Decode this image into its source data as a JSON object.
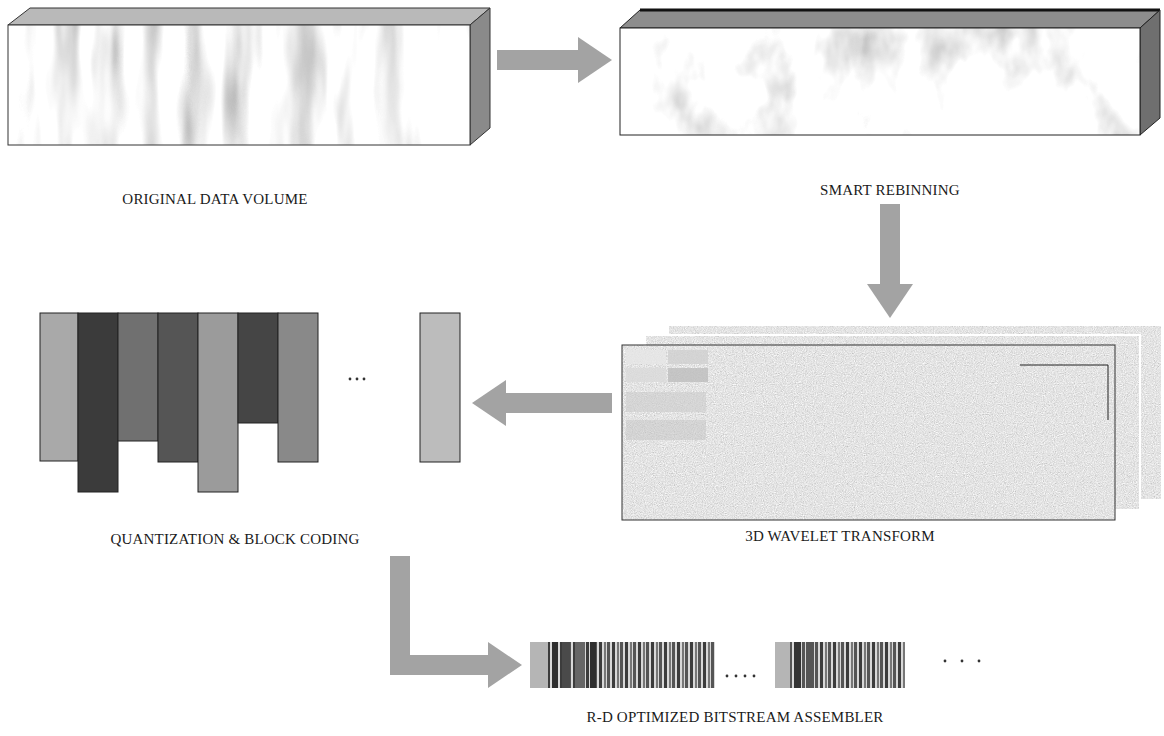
{
  "diagram": {
    "nodes": [
      {
        "text": [
          "ORIGINAL DATA VOLUME"
        ]
      },
      {
        "text": [
          "SMART REBINNING"
        ]
      },
      {
        "text": [
          "3D WAVELET TRANSFORM"
        ]
      },
      {
        "text": [
          "QUANTIZATION & BLOCK CODING"
        ]
      },
      {
        "text": [
          "R-D OPTIMIZED BITSTREAM ASSEMBLER"
        ]
      }
    ],
    "edges": [
      {
        "from": 0,
        "to": 1,
        "arrow": "to"
      },
      {
        "from": 1,
        "to": 2,
        "arrow": "to"
      },
      {
        "from": 2,
        "to": 3,
        "arrow": "to"
      },
      {
        "from": 3,
        "to": 4,
        "arrow": "to"
      }
    ]
  }
}
